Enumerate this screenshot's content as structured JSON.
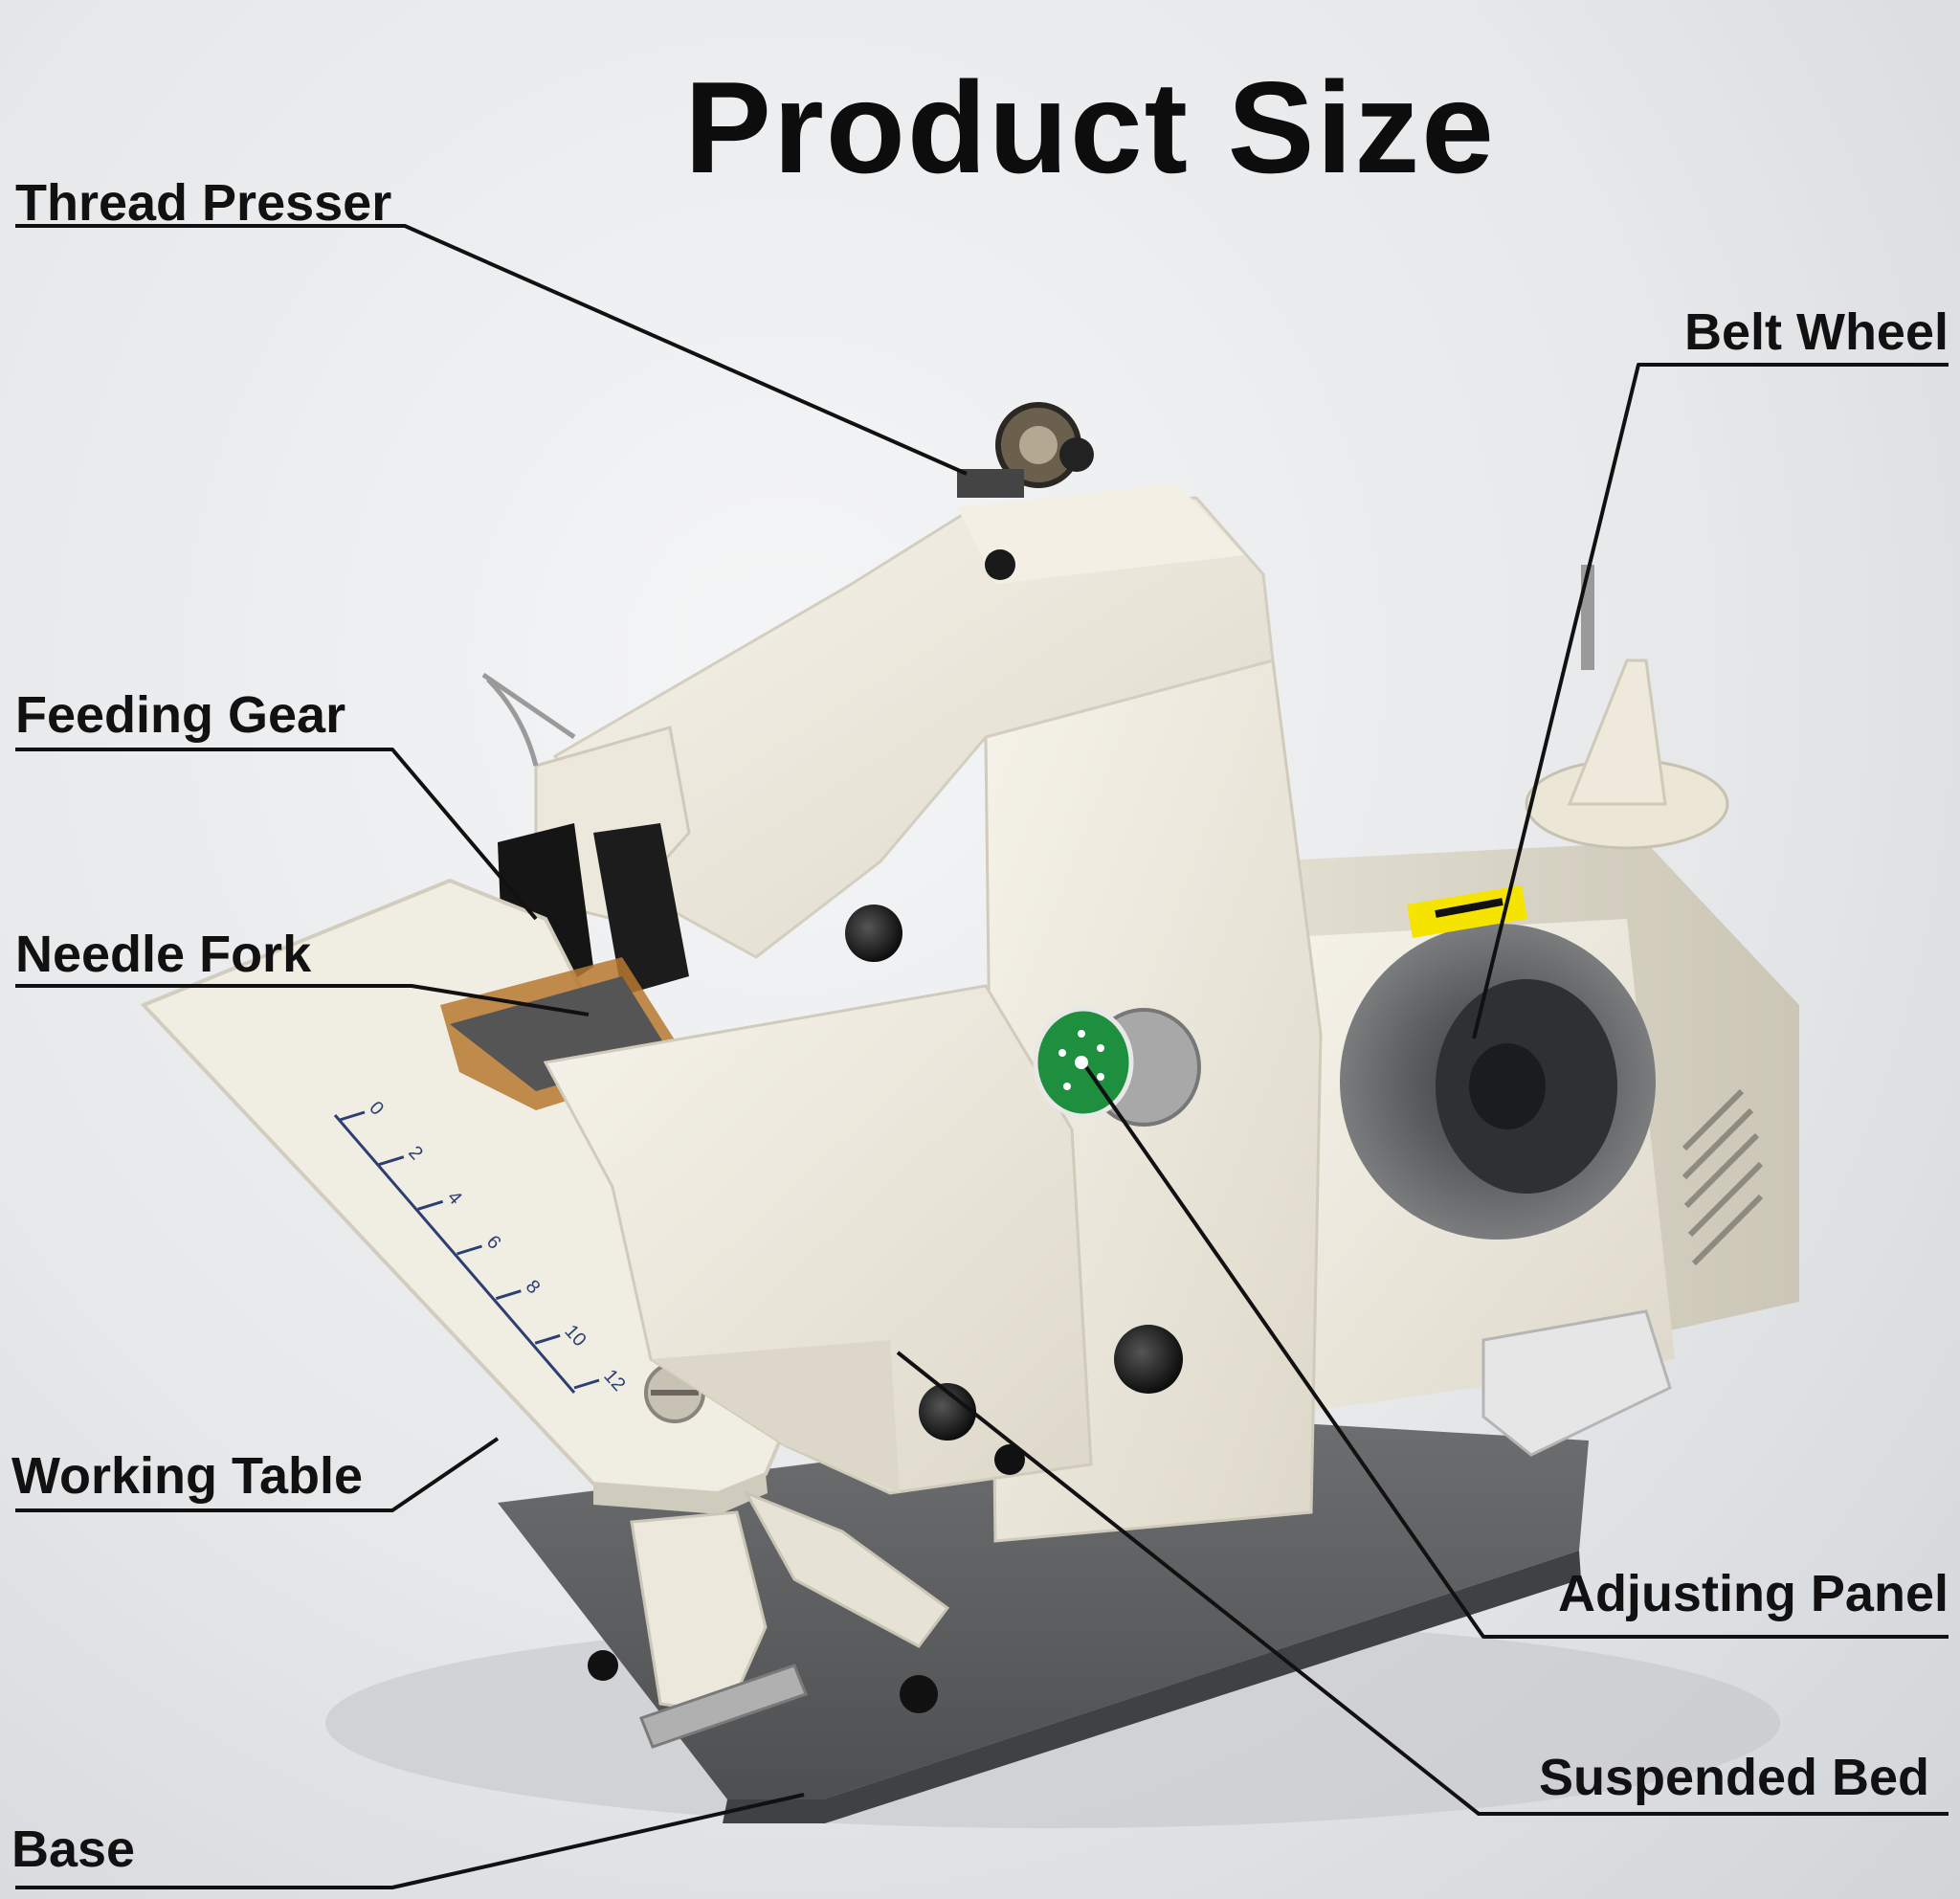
{
  "title": "Product Size",
  "labels": {
    "thread_presser": "Thread Presser",
    "feeding_gear": "Feeding Gear",
    "needle_fork": "Needle Fork",
    "working_table": "Working Table",
    "base": "Base",
    "belt_wheel": "Belt Wheel",
    "adjusting_panel": "Adjusting Panel",
    "suspended_bed": "Suspended Bed"
  },
  "ruler_marks": [
    "0",
    "2",
    "4",
    "6",
    "8",
    "10",
    "12"
  ],
  "colors": {
    "body": "#ece8dc",
    "base": "#5c5e60",
    "dial": "#1e8f3e",
    "warning": "#f5e300",
    "text": "#111111"
  }
}
